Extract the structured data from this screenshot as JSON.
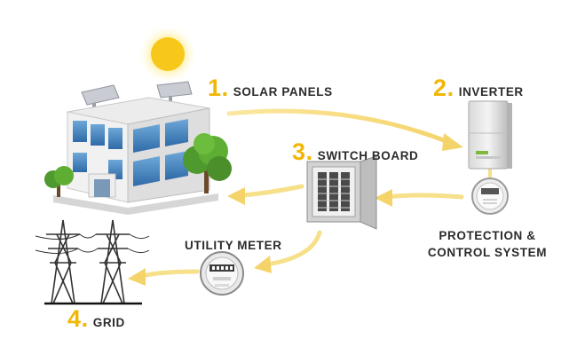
{
  "steps": [
    {
      "number": "1.",
      "label": "SOLAR PANELS"
    },
    {
      "number": "2.",
      "label": "INVERTER"
    },
    {
      "number": "3.",
      "label": "SWITCH BOARD"
    },
    {
      "number": "4.",
      "label": "GRID"
    }
  ],
  "labels": {
    "utility_meter": "UTILITY METER",
    "protection_line1": "PROTECTION &",
    "protection_line2": "CONTROL SYSTEM"
  },
  "colors": {
    "accent": "#f2b705",
    "arrow": "#f6e08a",
    "text": "#2b2b2b"
  },
  "icons": [
    "sun-icon",
    "building-icon",
    "tree-icon",
    "inverter-icon",
    "protection-meter-icon",
    "switch-board-icon",
    "utility-meter-icon",
    "power-tower-icon"
  ]
}
